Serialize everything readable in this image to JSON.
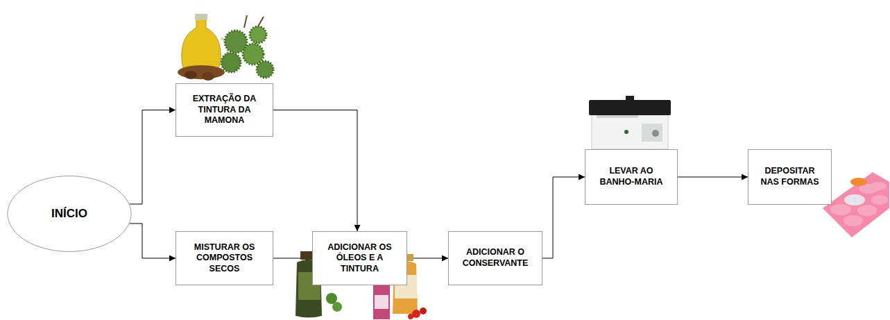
{
  "diagram": {
    "nodes": [
      {
        "text": [
          "INÍCIO"
        ]
      },
      {
        "text": [
          "EXTRAÇÃO DA TINTURA DA MAMONA"
        ]
      },
      {
        "text": [
          "MISTURAR OS COMPOSTOS SECOS"
        ]
      },
      {
        "text": [
          "ADICIONAR OS ÓLEOS E A TINTURA"
        ]
      },
      {
        "text": [
          "ADICIONAR O CONSERVANTE"
        ]
      },
      {
        "text": [
          "LEVAR AO BANHO-MARIA"
        ]
      },
      {
        "text": [
          "DEPOSITAR NAS FORMAS"
        ]
      }
    ],
    "edges": [
      {
        "from": 0,
        "to": 1,
        "arrow": "to"
      },
      {
        "from": 0,
        "to": 2,
        "arrow": "to"
      },
      {
        "from": 1,
        "to": 3,
        "arrow": "to"
      },
      {
        "from": 2,
        "to": 3,
        "arrow": "to"
      },
      {
        "from": 3,
        "to": 4,
        "arrow": "to"
      },
      {
        "from": 4,
        "to": 5,
        "arrow": "to"
      },
      {
        "from": 5,
        "to": 6,
        "arrow": "to"
      }
    ]
  }
}
